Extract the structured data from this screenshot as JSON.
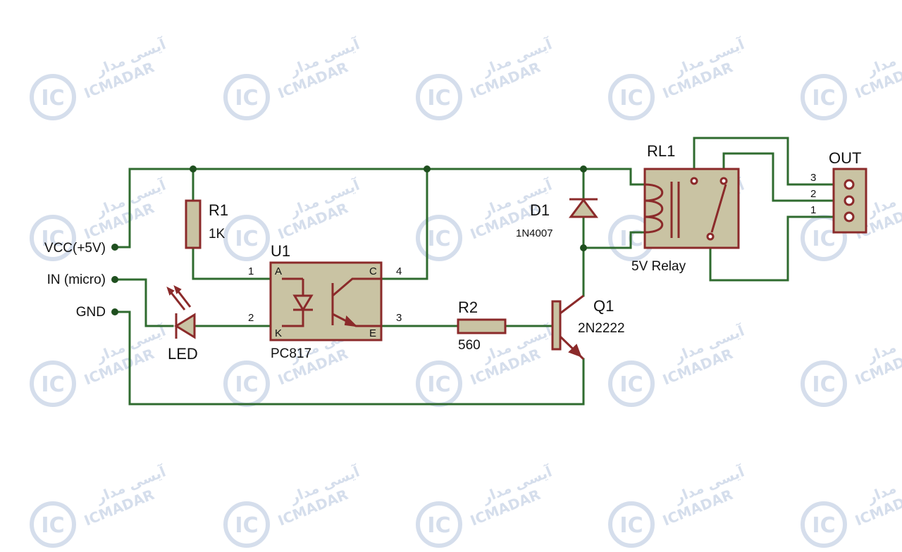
{
  "watermark": {
    "logo_text": "IC",
    "brand_latin": "ICMADAR",
    "brand_persian": "آیسی مدار",
    "color": "#c8d3e6"
  },
  "colors": {
    "wire": "#2f6b2f",
    "component_outline": "#8b2a2a",
    "component_fill": "#c9c3a3",
    "node": "#1f4f1f"
  },
  "terminals": {
    "vcc": "VCC(+5V)",
    "in": "IN (micro)",
    "gnd": "GND"
  },
  "components": {
    "r1": {
      "ref": "R1",
      "value": "1K"
    },
    "r2": {
      "ref": "R2",
      "value": "560"
    },
    "u1": {
      "ref": "U1",
      "part": "PC817",
      "pin_a": "A",
      "pin_k": "K",
      "pin_c": "C",
      "pin_e": "E",
      "pin1": "1",
      "pin2": "2",
      "pin3": "3",
      "pin4": "4"
    },
    "led": {
      "ref": "LED"
    },
    "d1": {
      "ref": "D1",
      "part": "1N4007"
    },
    "q1": {
      "ref": "Q1",
      "part": "2N2222"
    },
    "rl1": {
      "ref": "RL1",
      "part": "5V Relay"
    },
    "out": {
      "ref": "OUT",
      "pin1": "1",
      "pin2": "2",
      "pin3": "3"
    }
  }
}
